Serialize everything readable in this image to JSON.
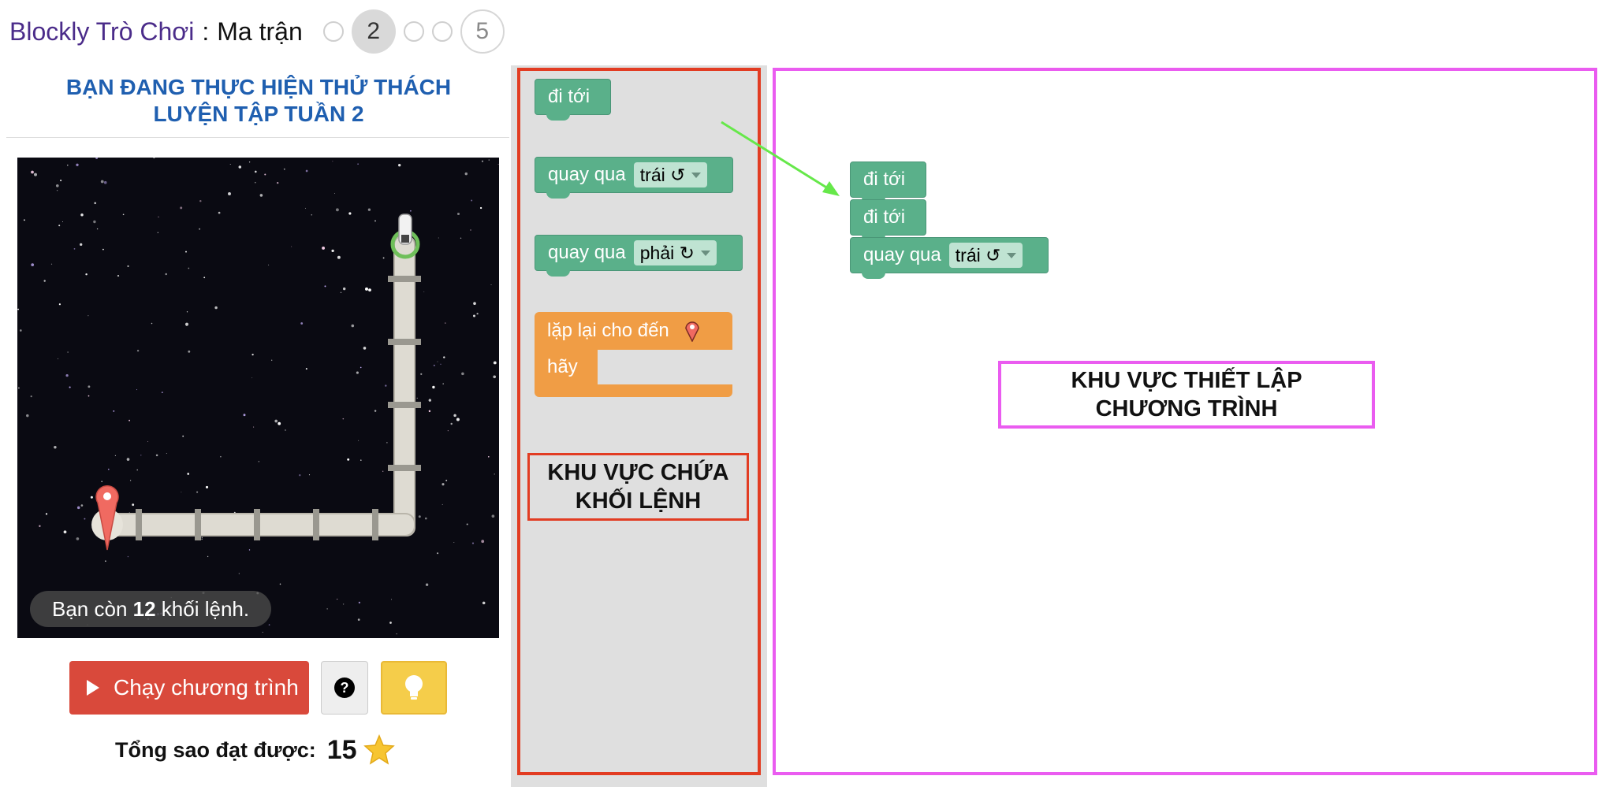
{
  "header": {
    "app_name": "Blockly Trò Chơi",
    "separator": ":",
    "level_name": "Ma trận",
    "current_level": "2",
    "last_level": "5"
  },
  "left": {
    "challenge_title_line1": "BẠN ĐANG THỰC HIỆN THỬ THÁCH",
    "challenge_title_line2": "LUYỆN TẬP TUẦN 2",
    "blocks_left_prefix": "Bạn còn ",
    "blocks_left_count": "12",
    "blocks_left_suffix": " khối lệnh.",
    "run_button_label": "Chạy chương trình",
    "help_label": "?",
    "stars_label": "Tổng sao đạt được:",
    "stars_count": "15"
  },
  "toolbox": {
    "move_forward": "đi tới",
    "turn_label": "quay qua",
    "turn_left_option": "trái ↺",
    "turn_right_option": "phải ↻",
    "repeat_until": "lặp lại cho đến",
    "do_label": "hãy",
    "area_label_line1": "KHU VỰC CHỨA",
    "area_label_line2": "KHỐI LỆNH"
  },
  "workspace": {
    "block1": "đi tới",
    "block2": "đi tới",
    "block3_label": "quay qua",
    "block3_option": "trái ↺",
    "area_label_line1": "KHU VỰC THIẾT LẬP",
    "area_label_line2": "CHƯƠNG TRÌNH"
  },
  "colors": {
    "title_blue": "#1f5fb0",
    "app_purple": "#4b2c8a",
    "run_red": "#d9493b",
    "hint_yellow": "#f5cd4a",
    "block_green": "#5ab08a",
    "loop_orange": "#f09d45",
    "toolbox_border_red": "#e23c22",
    "workspace_border_pink": "#ea5cf0",
    "arrow_green": "#66e84a"
  },
  "icons": {
    "play": "play-icon",
    "help": "question-icon",
    "hint": "lightbulb-icon",
    "star": "star-icon",
    "goal": "map-pin-icon",
    "avatar": "astronaut-icon"
  }
}
